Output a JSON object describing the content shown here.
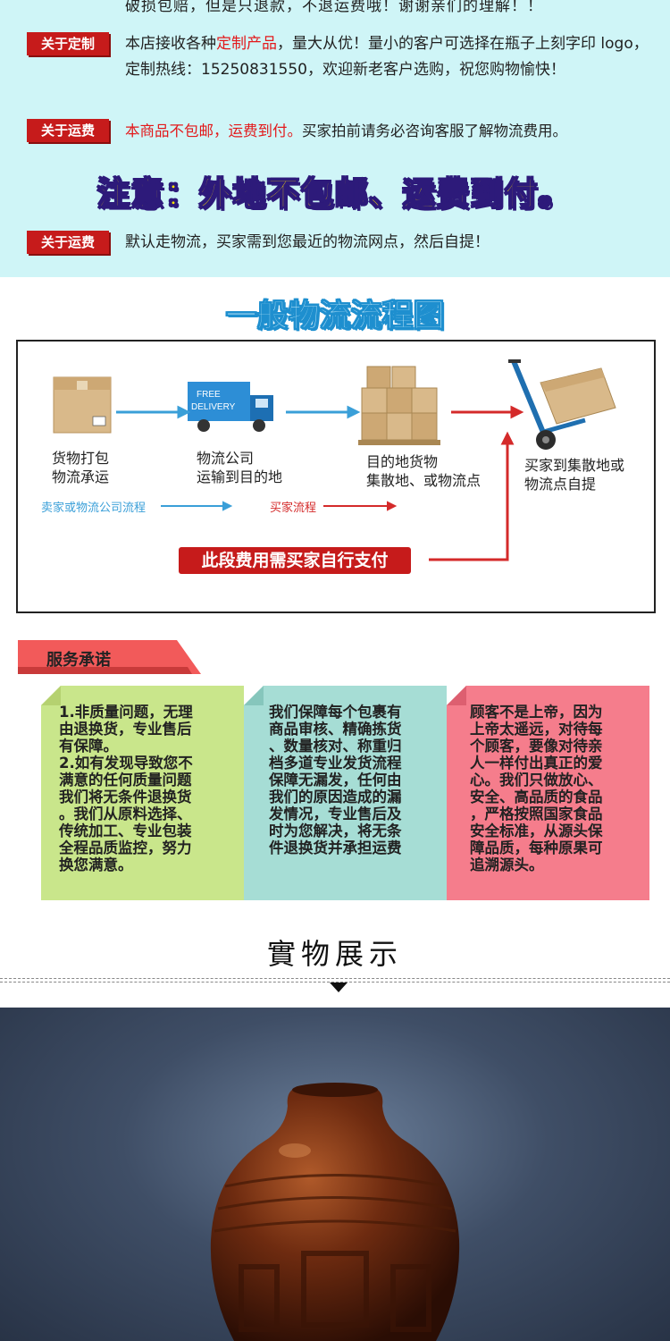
{
  "notice": {
    "top_cut_text": "破损包赔，但是只退款，不退运费哦！谢谢亲们的理解！！",
    "custom": {
      "tag": "关于定制",
      "text_before": "本店接收各种",
      "text_red": "定制产品",
      "text_after": "，量大从优！量小的客户可选择在瓶子上刻字印 logo，定制热线：15250831550，欢迎新老客户选购，祝您购物愉快！"
    },
    "shipping1": {
      "tag": "关于运费",
      "text_red": "本商品不包邮，运费到付。",
      "text_after": "买家拍前请务必咨询客服了解物流费用。"
    },
    "big_notice": "注意：外地不包邮、运费到付。",
    "shipping2": {
      "tag": "关于运费",
      "text": "默认走物流，买家需到您最近的物流网点，然后自提！"
    }
  },
  "logistics": {
    "title": "一般物流流程图",
    "truck_text_1": "FREE",
    "truck_text_2": "DELIVERY",
    "steps": [
      {
        "line1": "货物打包",
        "line2": "物流承运"
      },
      {
        "line1": "物流公司",
        "line2": "运输到目的地"
      },
      {
        "line1": "目的地货物",
        "line2": "集散地、或物流点"
      },
      {
        "line1": "买家到集散地或",
        "line2": "物流点自提"
      }
    ],
    "seller_process": "卖家或物流公司流程",
    "buyer_process": "买家流程",
    "pay_label": "此段费用需买家自行支付",
    "colors": {
      "blue": "#3a9fd8",
      "red": "#d42a2a"
    }
  },
  "service": {
    "title": "服务承诺",
    "cards": [
      {
        "lines": [
          "1.非质量问题，无理",
          "由退换货，专业售后",
          "有保障。",
          "2.如有发现导致您不",
          "满意的任何质量问题",
          "我们将无条件退换货",
          "。我们从原料选择、",
          "传统加工、专业包装",
          "全程品质监控，努力",
          "换您满意。"
        ],
        "color": "#c9e68b"
      },
      {
        "lines": [
          "我们保障每个包裹有",
          "商品审核、精确拣货",
          "、数量核对、称重归",
          "档多道专业发货流程",
          "保障无漏发，任何由",
          "我们的原因造成的漏",
          "发情况，专业售后及",
          "时为您解决，将无条",
          "件退换货并承担运费"
        ],
        "color": "#a6ddd5"
      },
      {
        "lines": [
          "顾客不是上帝，因为",
          "上帝太遥远，对待每",
          "个顾客，要像对待亲",
          "人一样付出真正的爱",
          "心。我们只做放心、",
          "安全、高品质的食品",
          "，严格按照国家食品",
          "安全标准，从源头保",
          "障品质，每种原果可",
          "追溯源头。"
        ],
        "color": "#f57d8c"
      }
    ]
  },
  "real": {
    "title": "實物展示"
  }
}
